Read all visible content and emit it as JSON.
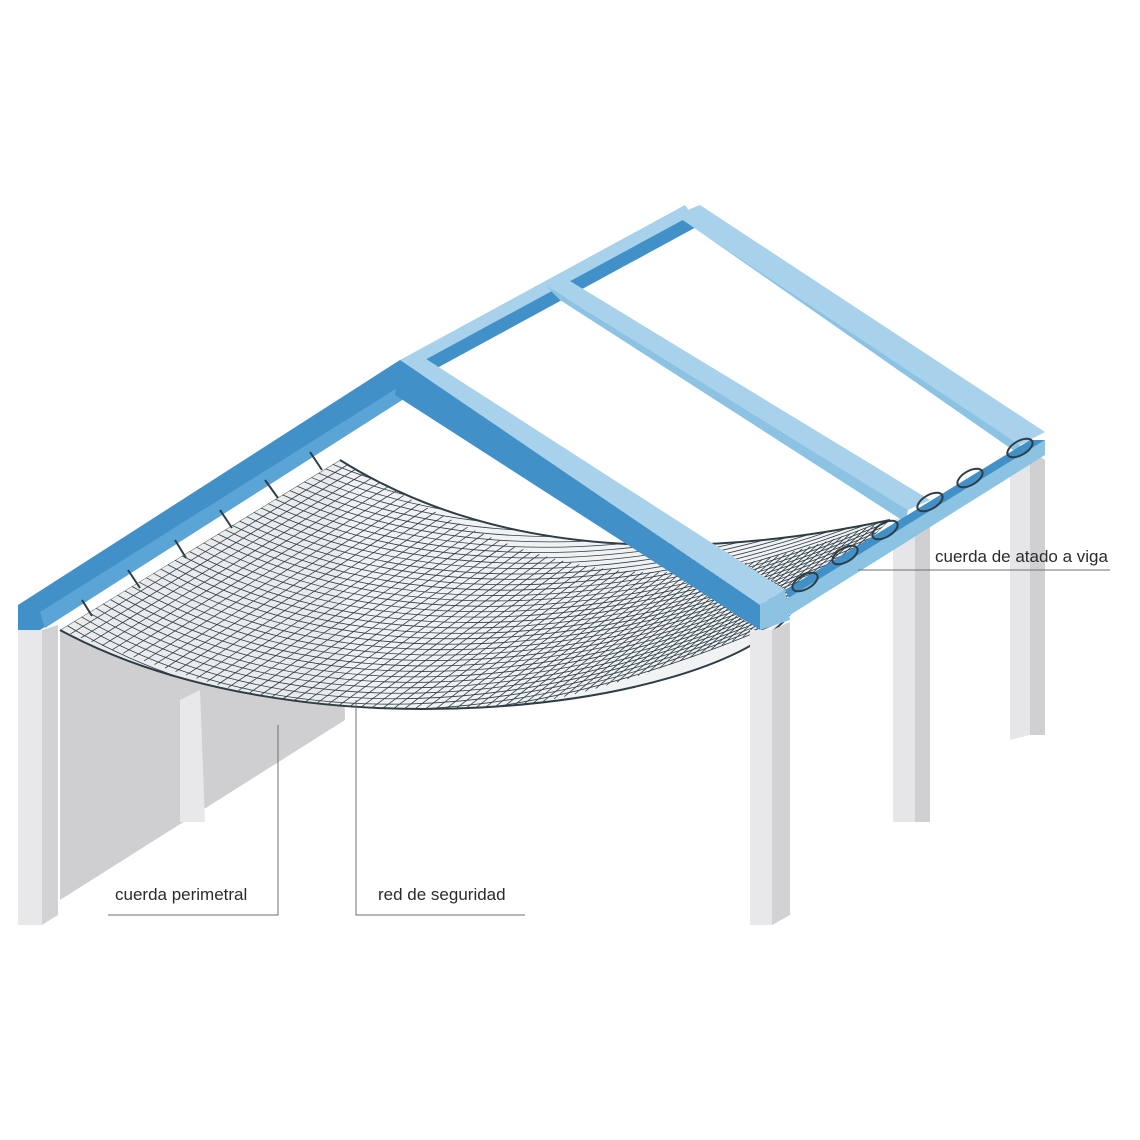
{
  "labels": {
    "perimeter_rope": "cuerda perimetral",
    "safety_net": "red de seguridad",
    "beam_tie_rope": "cuerda de atado a viga"
  },
  "colors": {
    "beam_front": "#4290c8",
    "beam_top": "#a8d2ec",
    "beam_side": "#8cc3e3",
    "column_light": "#e8e8ea",
    "column_shade": "#d2d2d4",
    "wall": "#cfcfd1",
    "net_line": "#2f3d44",
    "net_fill": "#eef0f2"
  }
}
